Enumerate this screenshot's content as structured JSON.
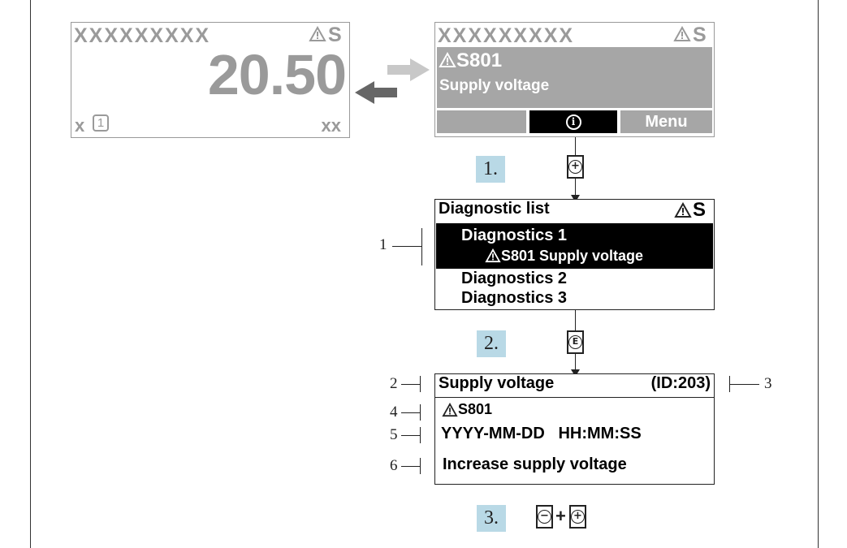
{
  "display1": {
    "title": "XXXXXXXXX",
    "status": "S",
    "value": "20.50",
    "bottom_left": "x",
    "channel": "1",
    "bottom_right": "xx"
  },
  "display2": {
    "title": "XXXXXXXXX",
    "status": "S",
    "code": "S801",
    "message": "Supply voltage",
    "menu_label": "Menu"
  },
  "steps": {
    "step1": "1.",
    "step2": "2.",
    "step3": "3.",
    "key_e": "E",
    "plus_sign": "+"
  },
  "diagnostic_list": {
    "title": "Diagnostic list",
    "status": "S",
    "item1": "Diagnostics 1",
    "item1_sub": "S801 Supply voltage",
    "item2": "Diagnostics 2",
    "item3": "Diagnostics 3"
  },
  "detail": {
    "title": "Supply voltage",
    "id": "(ID:203)",
    "code": "S801",
    "timestamp": "YYYY-MM-DD   HH:MM:SS",
    "remedy": "Increase supply voltage"
  },
  "callouts": {
    "c1": "1",
    "c2": "2",
    "c3": "3",
    "c4": "4",
    "c5": "5",
    "c6": "6"
  }
}
